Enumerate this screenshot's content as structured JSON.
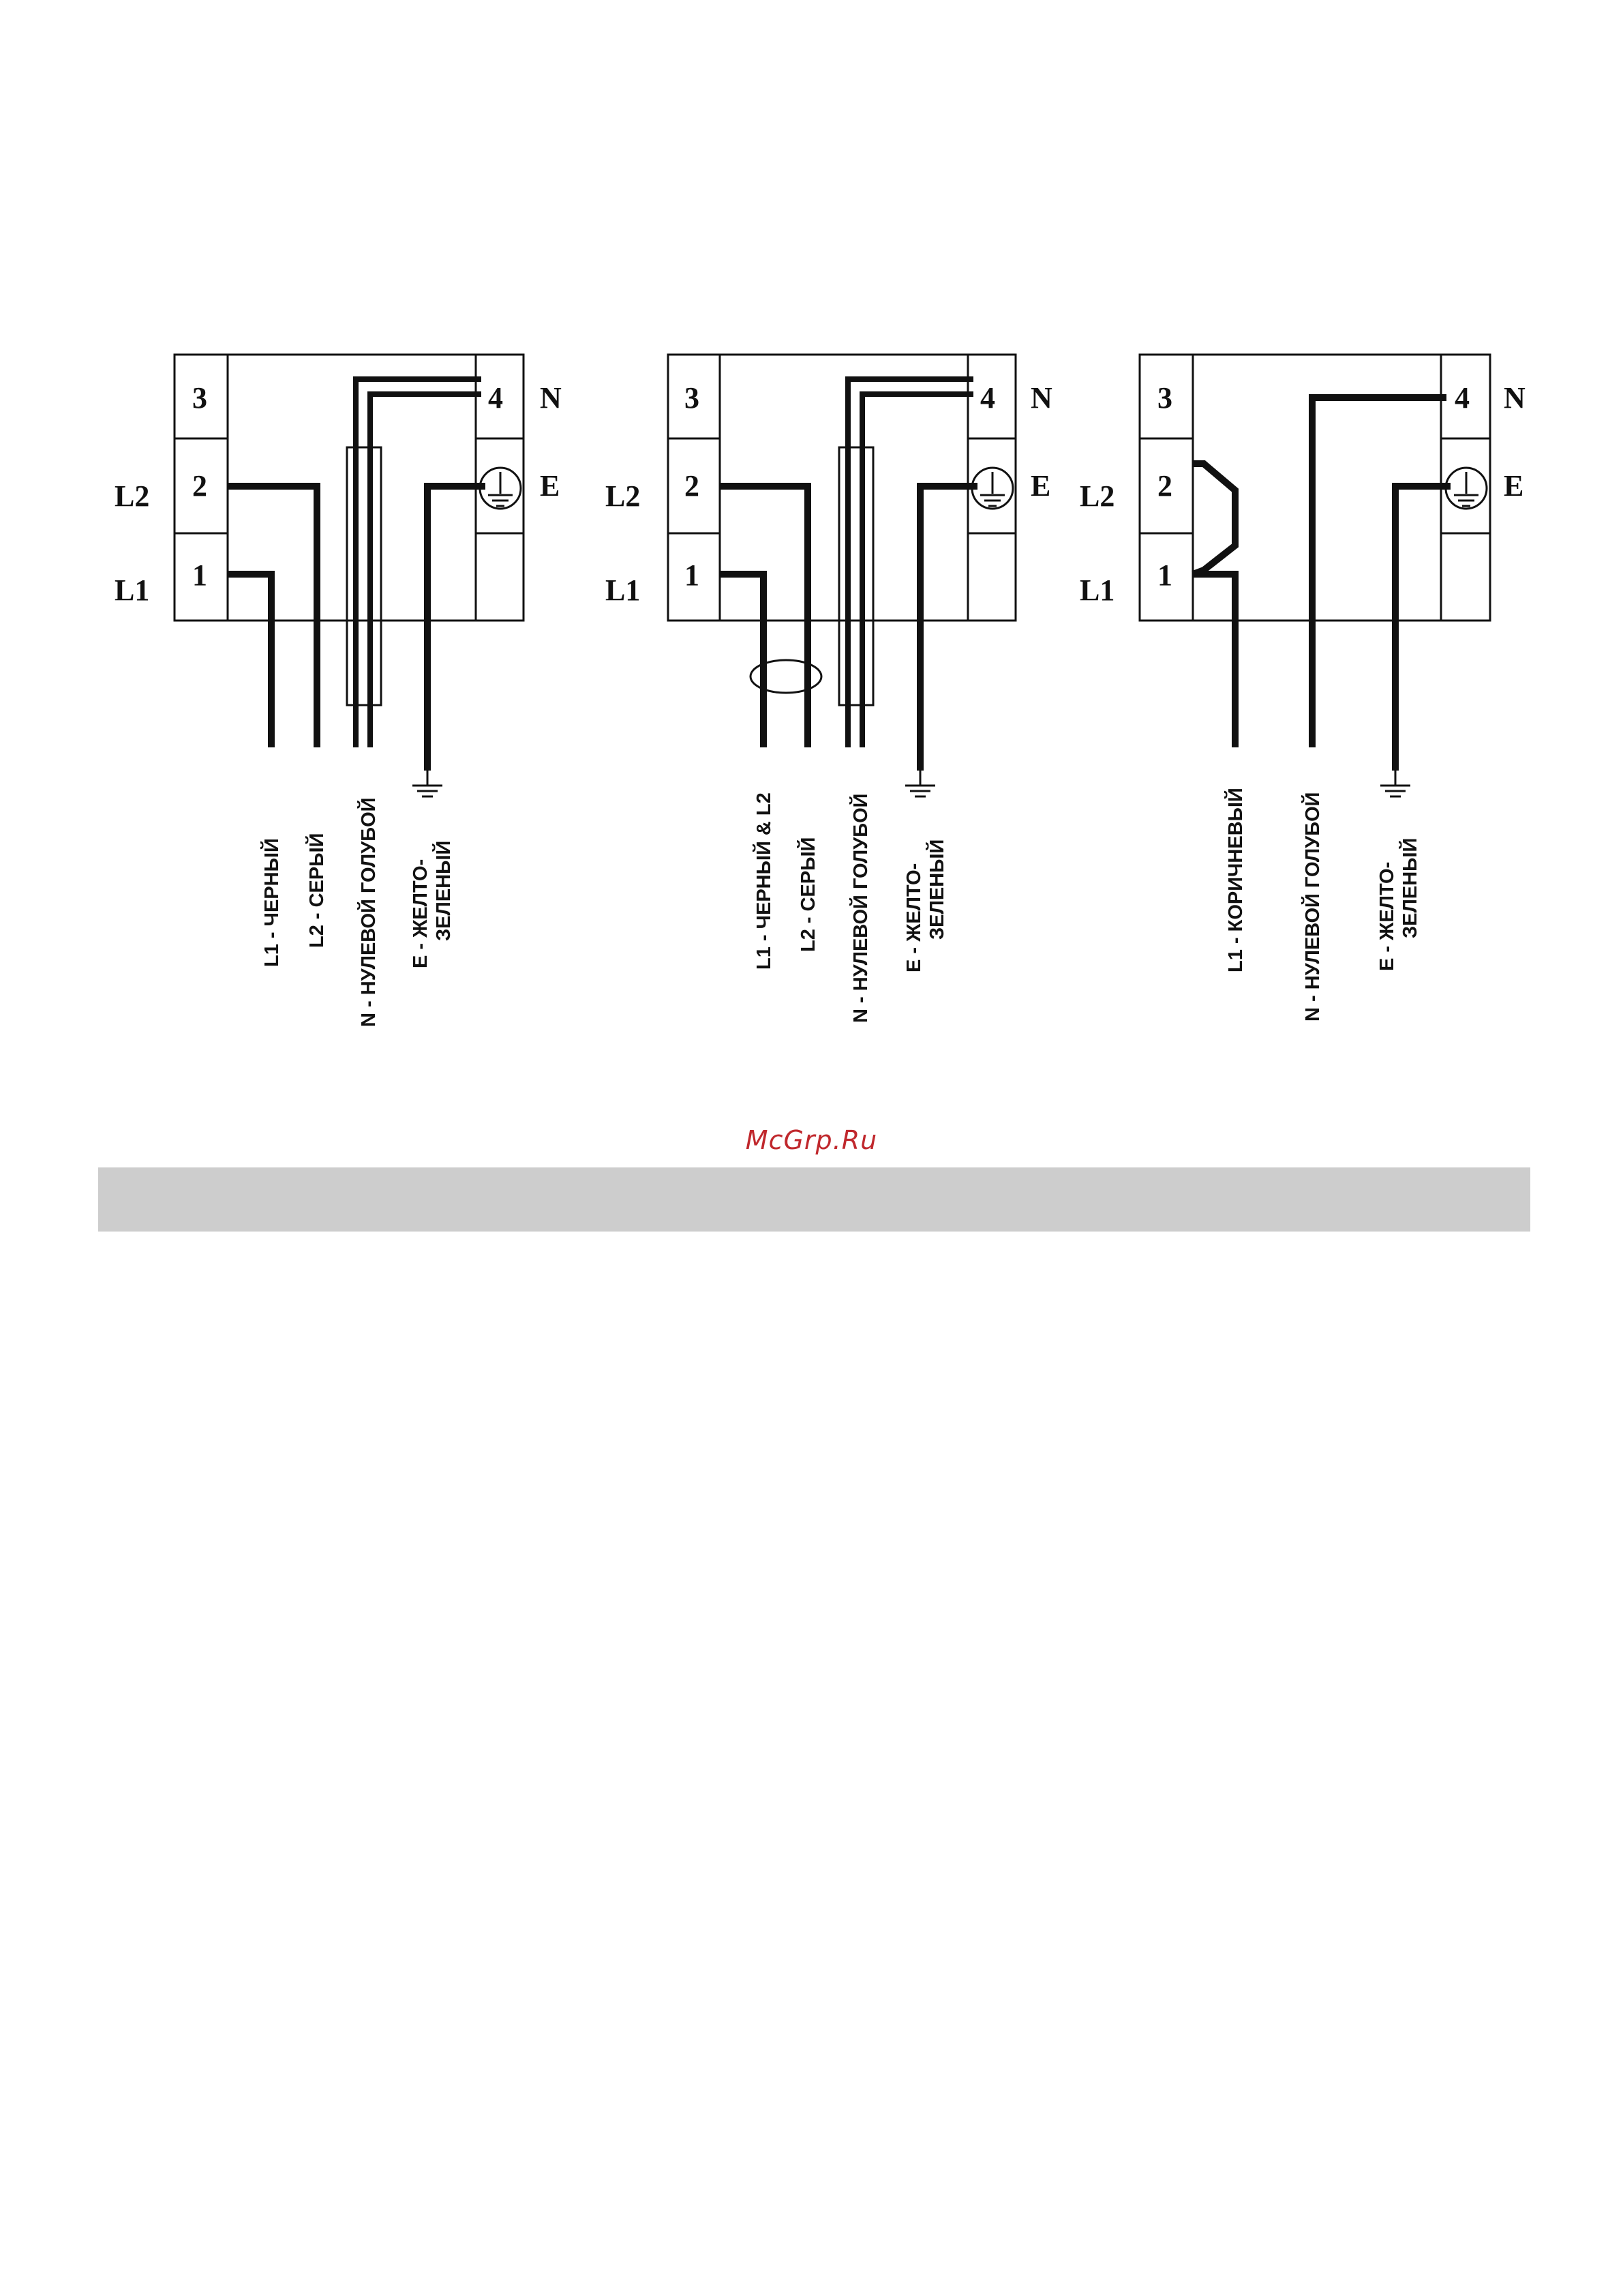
{
  "terminals": {
    "t1": "1",
    "t2": "2",
    "t3": "3",
    "t4": "4"
  },
  "side_labels": {
    "l1": "L1",
    "l2": "L2",
    "n": "N",
    "e": "E"
  },
  "diagram_1": {
    "wires": [
      "L1 - ЧЕРНЫЙ",
      "L2 - СЕРЫЙ",
      "N - НУЛЕВОЙ ГОЛУБОЙ",
      "E - ЖЕЛТО-",
      "ЗЕЛЕНЫЙ"
    ]
  },
  "diagram_2": {
    "wires": [
      "L1 - ЧЕРНЫЙ  & L2",
      "L2 - СЕРЫЙ",
      "N - НУЛЕВОЙ ГОЛУБОЙ",
      "E - ЖЕЛТО-",
      "ЗЕЛЕНЫЙ"
    ]
  },
  "diagram_3": {
    "wires": [
      "L1 - КОРИЧНЕВЫЙ",
      "N - НУЛЕВОЙ ГОЛУБОЙ",
      "E - ЖЕЛТО-",
      "ЗЕЛЕНЫЙ"
    ]
  },
  "watermark": "McGrp.Ru",
  "colors": {
    "line": "#111111",
    "watermark": "#c0282d",
    "bar": "#cdcdcd"
  }
}
